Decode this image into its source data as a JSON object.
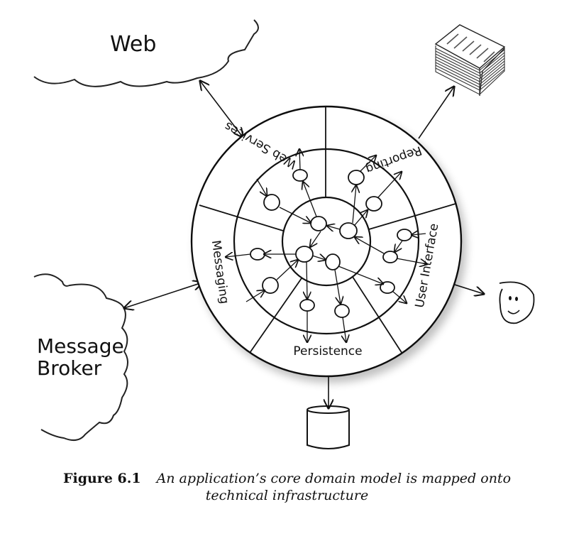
{
  "diagram": {
    "external_systems": {
      "web": "Web",
      "message_broker_line1": "Message",
      "message_broker_line2": "Broker"
    },
    "ring_sections": {
      "web_services": "Web Services",
      "reporting": "Reporting",
      "messaging": "Messaging",
      "user_interface": "User Interface",
      "persistence": "Persistence"
    }
  },
  "caption": {
    "figure_number": "Figure 6.1",
    "text_line1": "An application’s core domain model is mapped onto",
    "text_line2": "technical infrastructure"
  }
}
